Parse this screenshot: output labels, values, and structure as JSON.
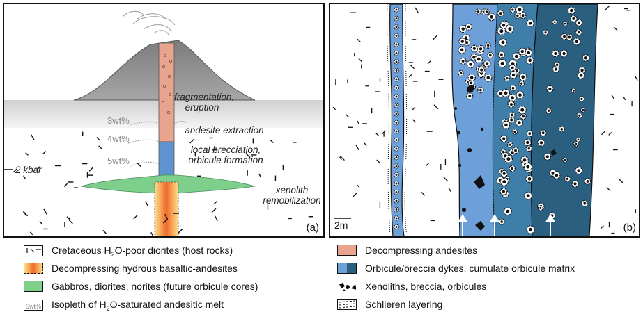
{
  "panel_a": {
    "label": "(a)",
    "pressure": "2 kbar",
    "annotations": {
      "fragmentation": [
        "fragmentation,",
        "eruption"
      ],
      "extraction": [
        "andesite extraction"
      ],
      "brecciation": [
        "local brecciation,",
        "orbicule formation"
      ],
      "xenolith": [
        "xenolith",
        "remobilization"
      ]
    },
    "isopleths": [
      "3wt%",
      "4wt%",
      "5wt%"
    ]
  },
  "panel_b": {
    "label": "(b)",
    "scale": "2m"
  },
  "legend": {
    "items": [
      {
        "id": "host",
        "pre": "Cretaceous H",
        "sub": "2",
        "post": "O-poor diorites  (host rocks)"
      },
      {
        "id": "basaltic",
        "pre": "Decompressing hydrous basaltic-andesites",
        "sub": "",
        "post": ""
      },
      {
        "id": "gabbro",
        "pre": "Gabbros, diorites, norites  (future orbicule cores)",
        "sub": "",
        "post": ""
      },
      {
        "id": "isopleth",
        "pre": "Isopleth of H",
        "sub": "2",
        "post": "O-saturated andesitic melt",
        "swatch_text": "5wt%"
      },
      {
        "id": "andesite",
        "pre": "Decompressing andesites",
        "sub": "",
        "post": ""
      },
      {
        "id": "dykes",
        "pre": "Orbicule/breccia dykes, cumulate orbicule matrix",
        "sub": "",
        "post": ""
      },
      {
        "id": "xeno",
        "pre": "Xenoliths, breccia, orbicules",
        "sub": "",
        "post": ""
      },
      {
        "id": "schlieren",
        "pre": "Schlieren layering",
        "sub": "",
        "post": ""
      }
    ]
  },
  "colors": {
    "volcano": "#8f8f8f",
    "crust": "#e8e8e8",
    "andesite": "#e9a48e",
    "basaltic_top": "#f19a3e",
    "basaltic_edge": "#fde08a",
    "gabbro": "#7fcf8c",
    "dyke_light": "#6d9fd8",
    "dyke_mid": "#3e7ea8",
    "dyke_dark": "#2b5f80"
  }
}
